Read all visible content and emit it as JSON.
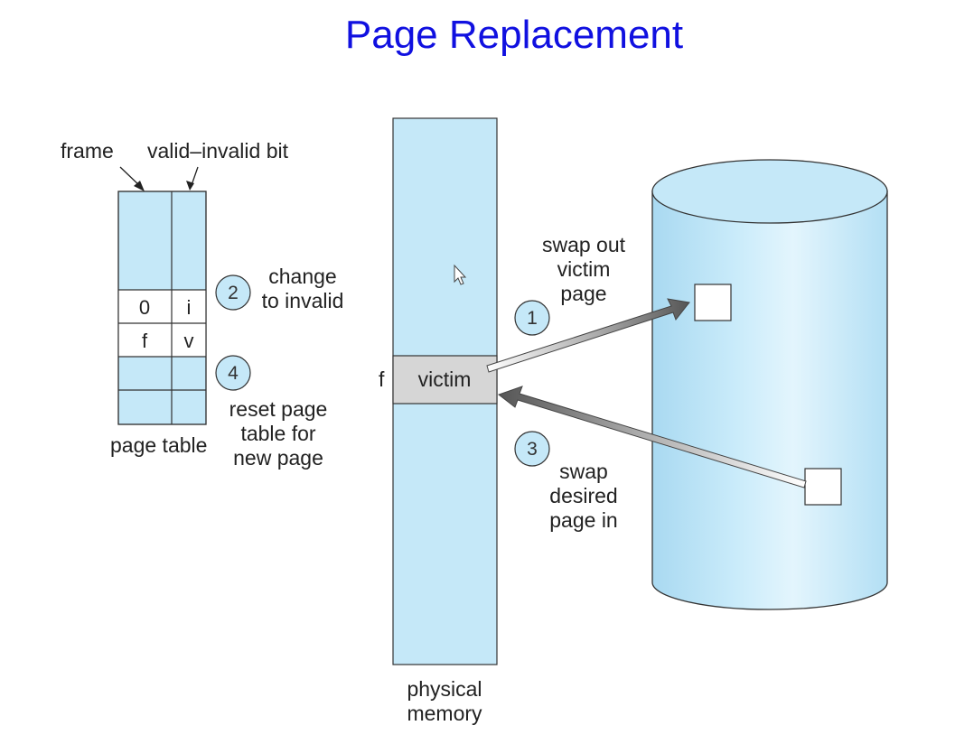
{
  "colors": {
    "title": "#1010e0",
    "fill_blue": "#c5e8f8",
    "victim_fill": "#d6d6d6",
    "outline": "#333333"
  },
  "title": "Page Replacement",
  "page_table": {
    "frame_label": "frame",
    "bit_label": "valid–invalid bit",
    "caption": "page table",
    "rows": [
      {
        "frame": "0",
        "bit": "i"
      },
      {
        "frame": "f",
        "bit": "v"
      }
    ]
  },
  "physical_memory": {
    "frame_label": "f",
    "victim_label": "victim",
    "caption_line1": "physical",
    "caption_line2": "memory"
  },
  "steps": [
    {
      "number": "1",
      "lines": [
        "swap out",
        "victim",
        "page"
      ]
    },
    {
      "number": "2",
      "lines": [
        "change",
        "to invalid"
      ]
    },
    {
      "number": "3",
      "lines": [
        "swap",
        "desired",
        "page in"
      ]
    },
    {
      "number": "4",
      "lines": [
        "reset page",
        "table for",
        "new page"
      ]
    }
  ],
  "icons": {
    "cursor": "mouse-pointer-icon",
    "disk": "disk-cylinder-icon"
  }
}
